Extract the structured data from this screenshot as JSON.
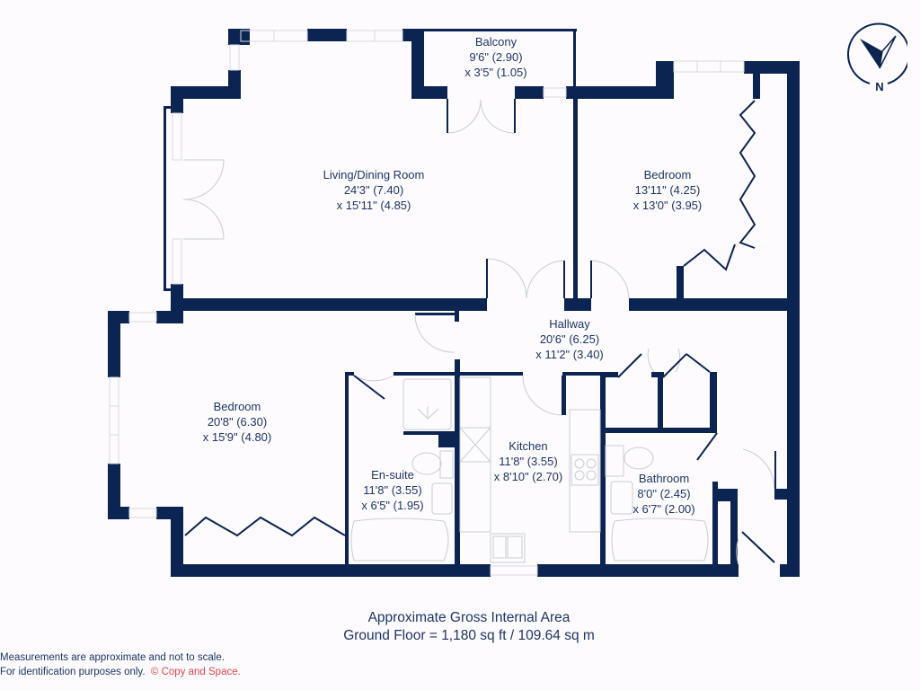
{
  "colors": {
    "wall": "#0c2451",
    "text": "#1d3566",
    "fixture": "#c9ccd6",
    "window": "#e4e6ec",
    "copyright": "#e2454c",
    "background": "#fdfbfd"
  },
  "compass": {
    "label": "N",
    "icon": "north-arrow-icon"
  },
  "rooms": [
    {
      "id": "balcony",
      "name": "Balcony",
      "dim1": "9'6\" (2.90)",
      "dim2": "x 3'5\" (1.05)"
    },
    {
      "id": "living",
      "name": "Living/Dining Room",
      "dim1": "24'3\" (7.40)",
      "dim2": "x 15'11\" (4.85)"
    },
    {
      "id": "bedroom1",
      "name": "Bedroom",
      "dim1": "13'11\" (4.25)",
      "dim2": "x 13'0\" (3.95)"
    },
    {
      "id": "hallway",
      "name": "Hallway",
      "dim1": "20'6\" (6.25)",
      "dim2": "x 11'2\" (3.40)"
    },
    {
      "id": "bedroom2",
      "name": "Bedroom",
      "dim1": "20'8\" (6.30)",
      "dim2": "x 15'9\" (4.80)"
    },
    {
      "id": "ensuite",
      "name": "En-suite",
      "dim1": "11'8\" (3.55)",
      "dim2": "x 6'5\" (1.95)"
    },
    {
      "id": "kitchen",
      "name": "Kitchen",
      "dim1": "11'8\" (3.55)",
      "dim2": "x 8'10\" (2.70)"
    },
    {
      "id": "bathroom",
      "name": "Bathroom",
      "dim1": "8'0\" (2.45)",
      "dim2": "x 6'7\" (2.00)"
    }
  ],
  "area": {
    "title": "Approximate Gross Internal Area",
    "value": "Ground Floor = 1,180 sq ft / 109.64 sq m"
  },
  "disclaimer": {
    "line1": "Measurements are approximate and not to scale.",
    "line2": "For identification purposes only.",
    "copyright": "© Copy and Space."
  }
}
